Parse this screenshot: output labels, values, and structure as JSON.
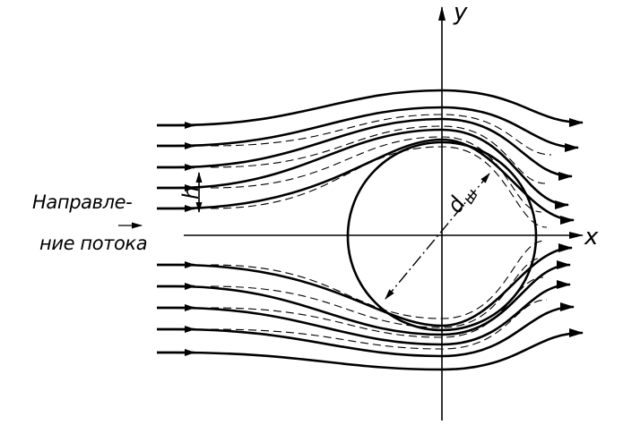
{
  "figure": {
    "flow_direction_label": {
      "line1": "Направле-",
      "line2": "ние потока"
    },
    "axes": {
      "x_label": "x",
      "y_label": "y"
    },
    "dimensions": {
      "spacing_label": "h",
      "diameter_label": "d",
      "diameter_subscript": "ш"
    },
    "style": {
      "ink_color": "#000000",
      "background_color": "#ffffff"
    }
  }
}
